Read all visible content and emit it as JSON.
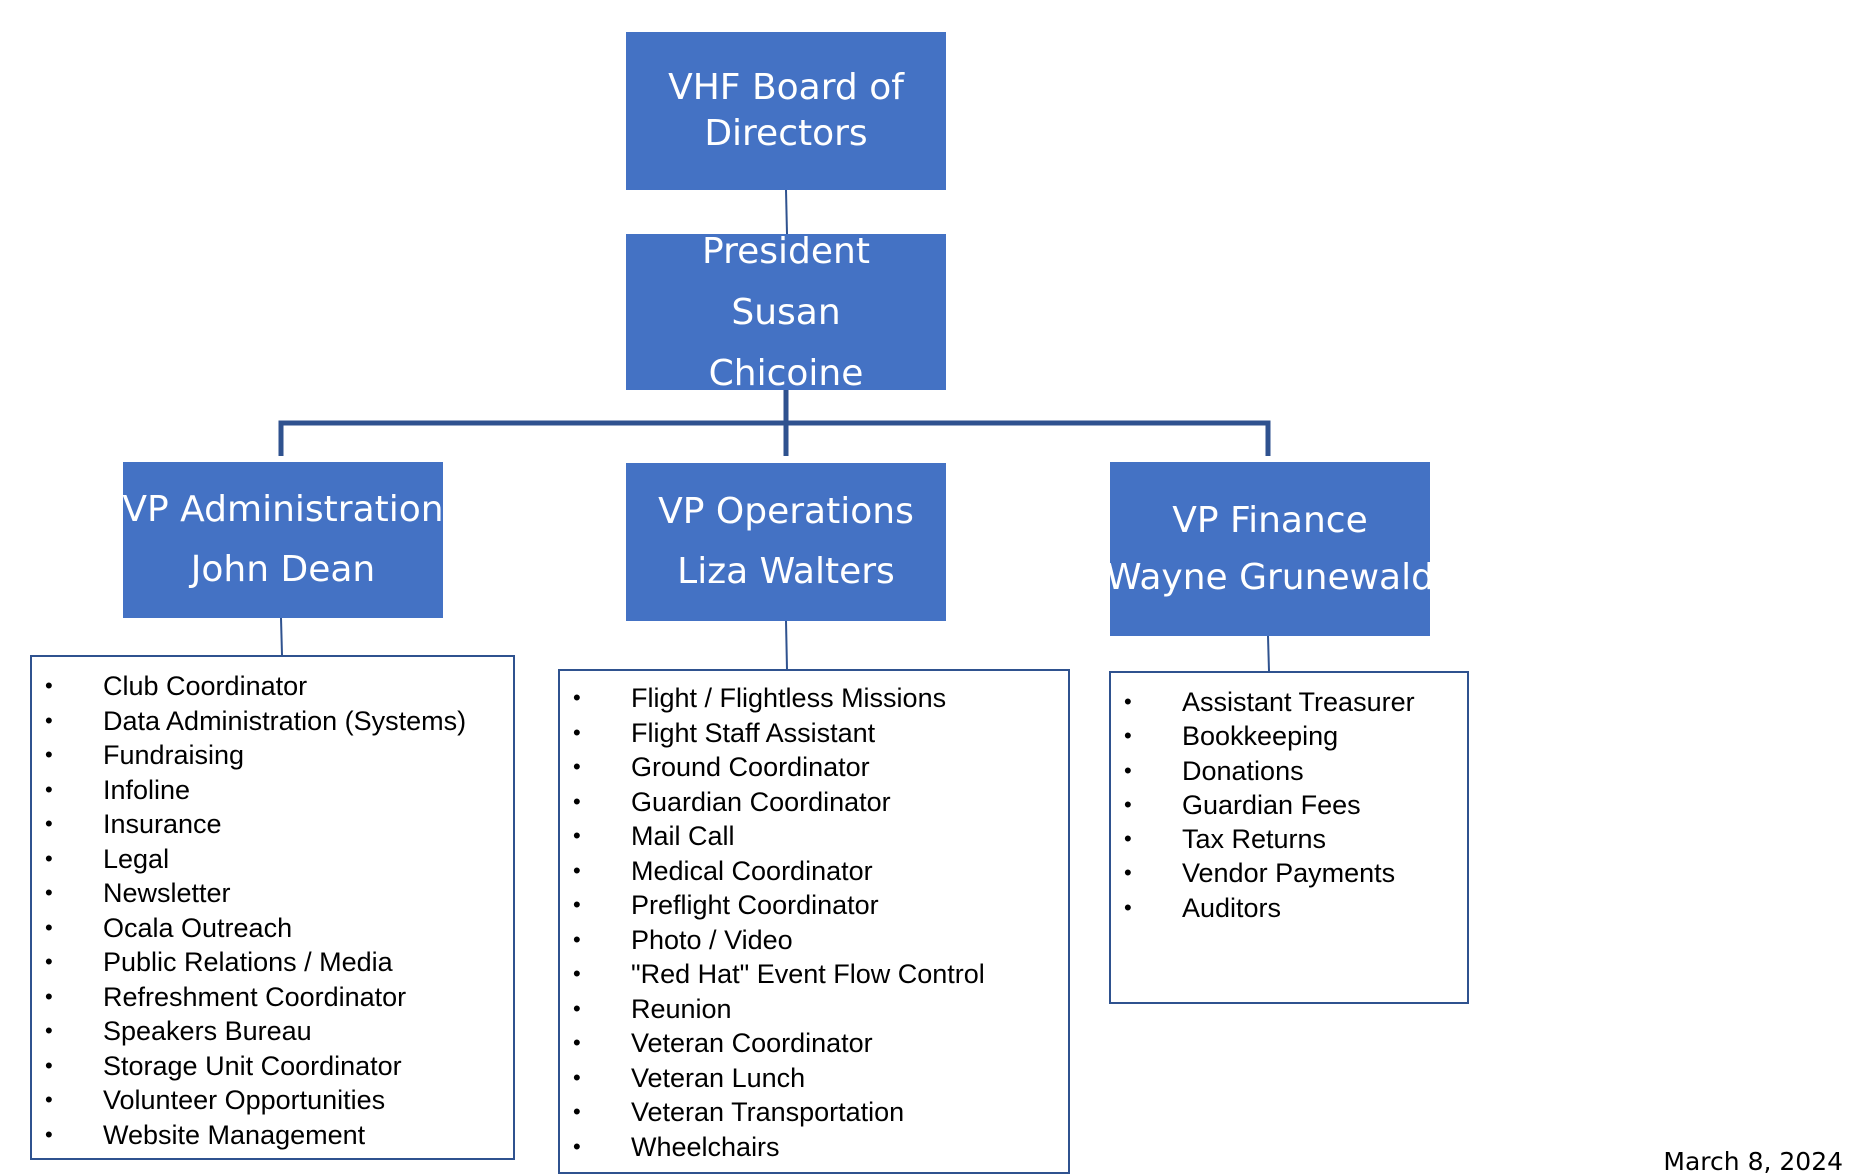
{
  "board": {
    "lines": [
      "VHF Board of",
      "Directors"
    ]
  },
  "president": {
    "lines": [
      "President",
      "Susan",
      "Chicoine"
    ]
  },
  "vp_admin": {
    "lines": [
      "VP Administration",
      "John Dean"
    ]
  },
  "vp_ops": {
    "lines": [
      "VP Operations",
      "Liza Walters"
    ]
  },
  "vp_finance": {
    "lines": [
      "VP Finance",
      "Wayne Grunewald"
    ]
  },
  "admin_items": [
    "Club Coordinator",
    "Data Administration (Systems)",
    "Fundraising",
    "Infoline",
    "Insurance",
    "Legal",
    "Newsletter",
    "Ocala Outreach",
    "Public Relations / Media",
    "Refreshment  Coordinator",
    "Speakers Bureau",
    "Storage Unit Coordinator",
    "Volunteer  Opportunities",
    "Website Management"
  ],
  "ops_items": [
    "Flight / Flightless Missions",
    "Flight Staff Assistant",
    "Ground  Coordinator",
    "Guardian Coordinator",
    "Mail Call",
    "Medical Coordinator",
    "Preflight Coordinator",
    "Photo / Video",
    "\"Red Hat\" Event Flow Control",
    "Reunion",
    "Veteran Coordinator",
    "Veteran Lunch",
    "Veteran Transportation",
    "Wheelchairs"
  ],
  "finance_items": [
    "Assistant Treasurer",
    "Bookkeeping",
    "Donations",
    "Guardian Fees",
    "Tax Returns",
    "Vendor Payments",
    "Auditors"
  ],
  "date": "March 8, 2024",
  "colors": {
    "box_fill": "#4472c4",
    "connector": "#2f528f",
    "box_text": "#ffffff"
  }
}
